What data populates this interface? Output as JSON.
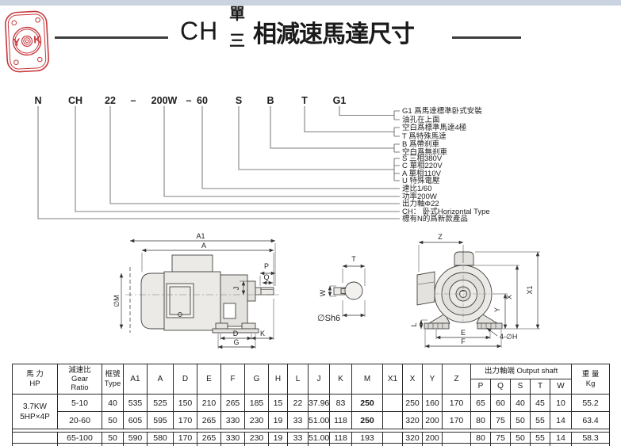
{
  "header": {
    "logo": {
      "letter_left": "Y",
      "letter_right": "K",
      "color": "#c8383d"
    },
    "title": {
      "prefix": "CH",
      "fraction_top": "單",
      "fraction_bottom": "三",
      "suffix": "相減速馬達尺寸"
    },
    "top_strip_color": "#cbd3e1"
  },
  "model_code": {
    "segments": [
      "N",
      "CH",
      "22",
      "–",
      "200W",
      "–",
      "60",
      "S",
      "B",
      "T",
      "G1"
    ],
    "callouts": [
      "G1 爲馬達標準卧式安裝",
      "油孔在上面",
      "空白爲標準馬達4極",
      "T 爲特殊馬達",
      "B  爲帶刹車",
      "空白爲無刹車",
      "S  三相380V",
      "C  單相220V",
      "A  單相110V",
      "U  特殊電壓",
      "速比1/60",
      "功率200W",
      "出力軸Φ22",
      "CH： 卧式Horizontal Type",
      "標有N的爲新款產品"
    ]
  },
  "drawings": {
    "side_view": {
      "a1": "A1",
      "a": "A",
      "m": "∅M",
      "p": "P",
      "q": "Q",
      "j": "J",
      "d": "D",
      "k": "K",
      "g": "G"
    },
    "shaft_detail": {
      "t": "T",
      "w": "W",
      "label": "∅Sh6"
    },
    "front_view": {
      "z": "Z",
      "x1": "X1",
      "x": "X",
      "y": "Y",
      "l": "L",
      "e": "E",
      "f": "F",
      "holes": "4-∅H"
    }
  },
  "table": {
    "power_header": [
      "馬 力",
      "HP"
    ],
    "ratio_header": [
      "減速比",
      "Gear",
      "Ratio"
    ],
    "type_header": [
      "框號",
      "Type"
    ],
    "dim_headers": [
      "A1",
      "A",
      "D",
      "E",
      "F",
      "G",
      "H",
      "L",
      "J",
      "K",
      "M",
      "X1",
      "X",
      "Y",
      "Z"
    ],
    "output_shaft_header": "出力軸端 Output shaft",
    "shaft_headers": [
      "P",
      "Q",
      "S",
      "T",
      "W"
    ],
    "weight_header": [
      "重 量",
      "Kg"
    ],
    "cell_keys": [
      "type",
      "a1",
      "a",
      "d",
      "e",
      "f",
      "g",
      "h",
      "l",
      "j",
      "k",
      "m",
      "x1",
      "x",
      "y",
      "z",
      "p",
      "q",
      "s",
      "t",
      "w",
      "kg"
    ],
    "groups": [
      {
        "power": [
          "3.7KW",
          "5HP×4P"
        ],
        "rows": [
          {
            "ratio": "5-10",
            "m_bold": true,
            "cells": [
              "40",
              "535",
              "525",
              "150",
              "210",
              "265",
              "185",
              "15",
              "22",
              "37.96",
              "83",
              "250",
              "",
              "250",
              "160",
              "170",
              "65",
              "60",
              "40",
              "45",
              "10",
              "55.2"
            ]
          },
          {
            "ratio": "20-60",
            "m_bold": true,
            "cells": [
              "50",
              "605",
              "595",
              "170",
              "265",
              "330",
              "230",
              "19",
              "33",
              "51.00",
              "118",
              "250",
              "",
              "320",
              "200",
              "170",
              "80",
              "75",
              "50",
              "55",
              "14",
              "63.4"
            ]
          }
        ]
      },
      {
        "power": [],
        "rows": [
          {
            "ratio": "65-100",
            "m_bold": false,
            "cells": [
              "50",
              "590",
              "580",
              "170",
              "265",
              "330",
              "230",
              "19",
              "33",
              "51.00",
              "118",
              "193",
              "",
              "320",
              "200",
              "",
              "80",
              "75",
              "50",
              "55",
              "14",
              "58.3"
            ]
          }
        ]
      }
    ]
  }
}
